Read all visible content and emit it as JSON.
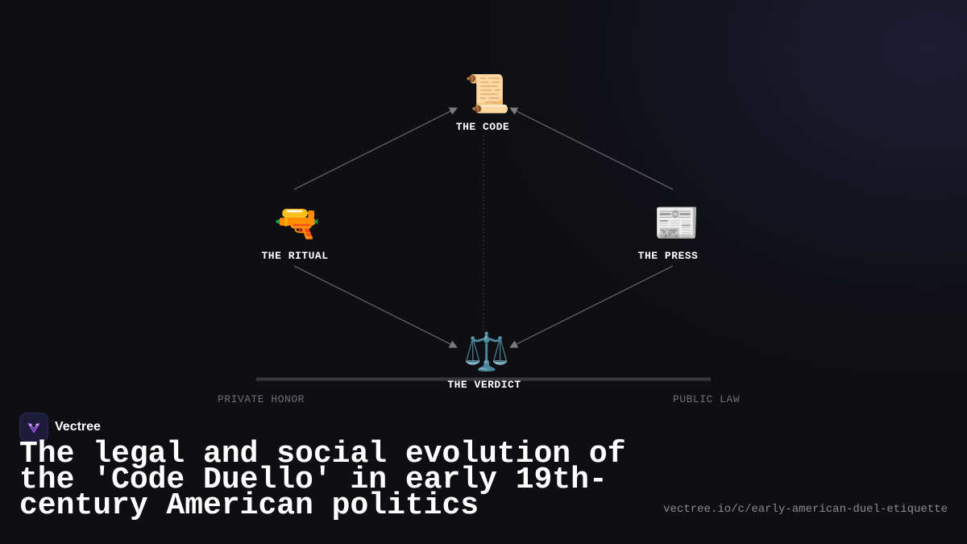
{
  "nodes": {
    "code": {
      "label": "THE CODE",
      "icon": "scroll-icon",
      "glyph": "📜"
    },
    "ritual": {
      "label": "THE RITUAL",
      "icon": "pistol-icon",
      "glyph": "🔫"
    },
    "press": {
      "label": "THE PRESS",
      "icon": "newspaper-icon",
      "glyph": "📰"
    },
    "verdict": {
      "label": "THE VERDICT",
      "icon": "scales-icon",
      "glyph": "⚖️"
    }
  },
  "axis": {
    "left_label": "PRIVATE HONOR",
    "right_label": "PUBLIC LAW"
  },
  "brand": {
    "name": "Vectree",
    "logo_icon": "vectree-logo-icon",
    "accent": "#a855f7"
  },
  "title": "The legal and social evolution of the 'Code Duello' in early 19th-century American politics",
  "url": "vectree.io/c/early-american-duel-etiquette",
  "colors": {
    "background": "#0f0f13",
    "arrow": "#6b6b70",
    "axis_line": "#3a3a3e",
    "muted_text": "#6e6e78"
  }
}
